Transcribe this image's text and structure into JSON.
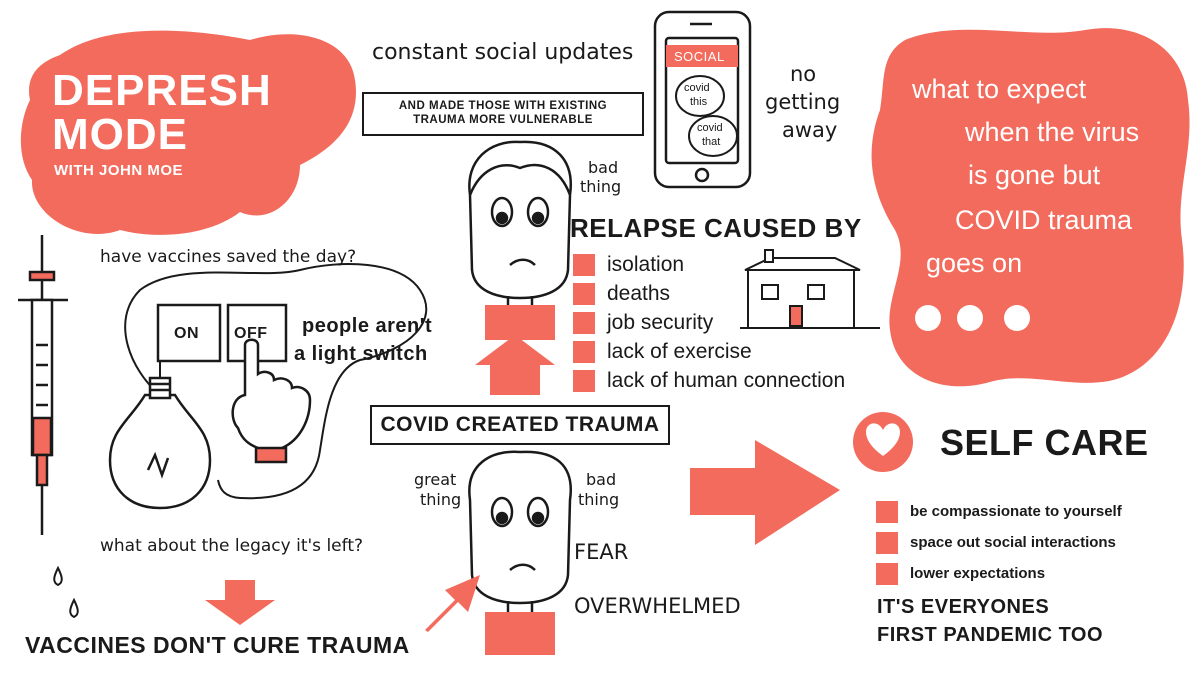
{
  "colors": {
    "accent": "#f26b5c",
    "ink": "#1a1a1a",
    "paper": "#ffffff"
  },
  "logo": {
    "line1": "DEPRESH",
    "line2": "MODE",
    "subtitle": "WITH JOHN MOE"
  },
  "top": {
    "social_updates": "constant social updates",
    "trauma_box": [
      "AND MADE THOSE WITH EXISTING",
      "TRAUMA MORE VULNERABLE"
    ],
    "no_getting_away": [
      "no",
      "getting",
      "away"
    ],
    "phone": {
      "header": "SOCIAL",
      "bubble1": [
        "covid",
        "this"
      ],
      "bubble2": [
        "covid",
        "that"
      ]
    }
  },
  "expect_blob": {
    "lines": [
      "what to expect",
      "when the virus",
      "is gone but",
      "COVID trauma",
      "goes on"
    ]
  },
  "left": {
    "vaccines_question": "have vaccines saved the day?",
    "switch_on": "ON",
    "switch_off": "OFF",
    "light_switch": [
      "people aren't",
      "a light switch"
    ],
    "legacy_question": "what about the legacy it's left?",
    "vaccines_dont_cure": "VACCINES DON'T CURE TRAUMA"
  },
  "relapse": {
    "bad_thing": [
      "bad",
      "thing"
    ],
    "title": "RELAPSE CAUSED BY",
    "items": [
      "isolation",
      "deaths",
      "job security",
      "lack of exercise",
      "lack of human connection"
    ]
  },
  "covid_created": "COVID CREATED TRAUMA",
  "lower_face": {
    "great_thing": [
      "great",
      "thing"
    ],
    "bad_thing": [
      "bad",
      "thing"
    ],
    "fear": "FEAR",
    "overwhelmed": "OVERWHELMED"
  },
  "self_care": {
    "title": "SELF CARE",
    "items": [
      "be compassionate to yourself",
      "space out social interactions",
      "lower expectations"
    ],
    "closing": [
      "IT'S EVERYONES",
      "FIRST PANDEMIC TOO"
    ]
  }
}
